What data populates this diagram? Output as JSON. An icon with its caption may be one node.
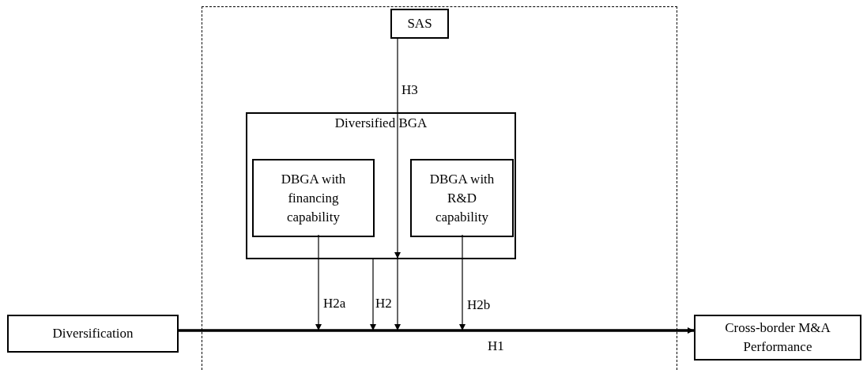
{
  "diagram": {
    "nodes": [
      {
        "text": [],
        "shape": "box"
      },
      {
        "text": [
          "SAS"
        ],
        "in": 0
      },
      {
        "text": [
          "Diversified BGA"
        ],
        "in": 0
      },
      {
        "text": [
          "DBGA with financing capability"
        ],
        "in": 2
      },
      {
        "text": [
          "DBGA with R&D capability"
        ],
        "in": 2
      },
      {
        "text": [
          "Diversification"
        ]
      },
      {
        "text": [
          "Cross-border M&A Performance"
        ]
      }
    ],
    "edges": [
      {
        "from": 5,
        "to": 6,
        "arrow": "to",
        "label": "H1",
        "style": "thick"
      },
      {
        "from": 3,
        "to": null,
        "arrow": "to",
        "label": "H2a"
      },
      {
        "from": 2,
        "to": null,
        "arrow": "to",
        "label": "H2"
      },
      {
        "from": 1,
        "to": null,
        "arrow": "to",
        "label": "H3"
      },
      {
        "from": 4,
        "to": null,
        "arrow": "to",
        "label": "H2b"
      }
    ]
  }
}
